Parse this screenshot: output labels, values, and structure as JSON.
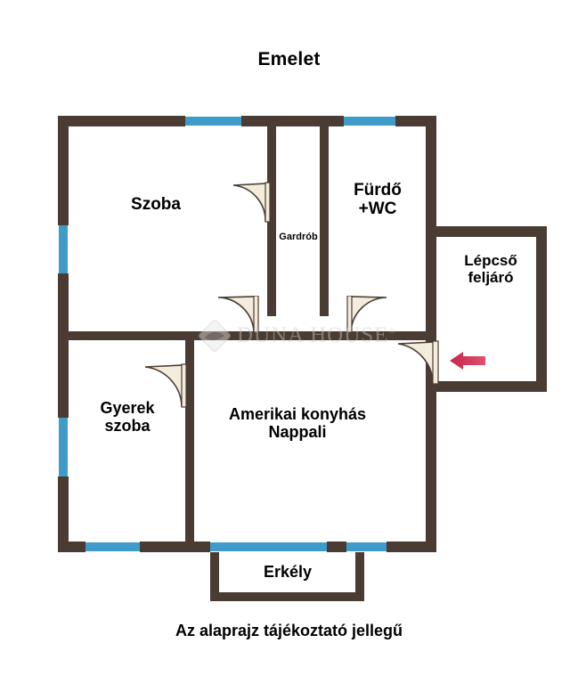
{
  "title": "Emelet",
  "caption": "Az alaprajz tájékoztató jellegű",
  "watermark": {
    "brand_first": "Duna",
    "brand_second": "House",
    "registered_mark": "®",
    "logo_icon": "duna-house-diamond-logo"
  },
  "colors": {
    "wall": "#4b3c33",
    "window": "#3f9bc9",
    "door_fill": "#f4ecdd",
    "door_stroke": "#4b3c33",
    "arrow": "#c8254a",
    "background": "#ffffff",
    "text": "#000000",
    "watermark": "#c9c9c4"
  },
  "rooms": [
    {
      "id": "szoba",
      "label": "Szoba",
      "font_size": 19
    },
    {
      "id": "gardrob",
      "label": "Gardrób",
      "font_size": 11
    },
    {
      "id": "furdo-wc",
      "label": "Fürdő\n+WC",
      "font_size": 19
    },
    {
      "id": "lepcso-feljaro",
      "label": "Lépcső\nfeljáró",
      "font_size": 17
    },
    {
      "id": "gyerek-szoba",
      "label": "Gyerek\nszoba",
      "font_size": 18
    },
    {
      "id": "nappali",
      "label": "Amerikai konyhás\nNappali",
      "font_size": 18
    },
    {
      "id": "erkely",
      "label": "Erkély",
      "font_size": 18
    }
  ],
  "entrance": {
    "marker_icon": "entrance-arrow-icon",
    "direction": "left"
  },
  "windows_count": 8,
  "doors_count": 5
}
